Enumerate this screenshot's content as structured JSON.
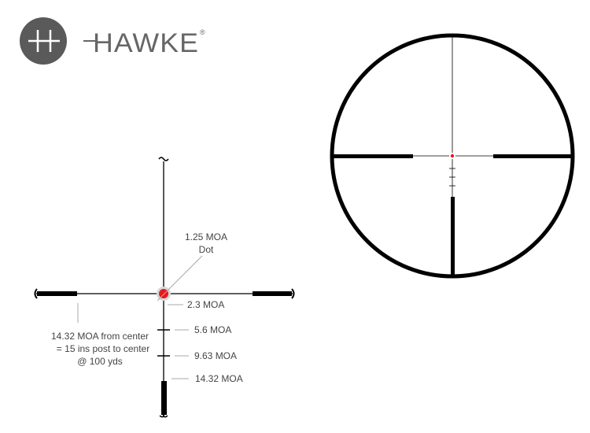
{
  "logo": {
    "brand": "HAWKE",
    "registered": "®",
    "colors": {
      "badge": "#5a5a5a",
      "text": "#6a6a6a"
    }
  },
  "reticle_labels": {
    "dot_line1": "1.25 MOA",
    "dot_line2": "Dot",
    "post_line1": "14.32 MOA from center",
    "post_line2": "= 15 ins post to center",
    "post_line3": "@ 100 yds",
    "marks": [
      "2.3 MOA",
      "5.6 MOA",
      "9.63 MOA",
      "14.32 MOA"
    ]
  },
  "colors": {
    "dot": "#e8191c",
    "halo": "#d8d8d8",
    "reticle": "#000000",
    "leader": "#aaaaaa"
  }
}
